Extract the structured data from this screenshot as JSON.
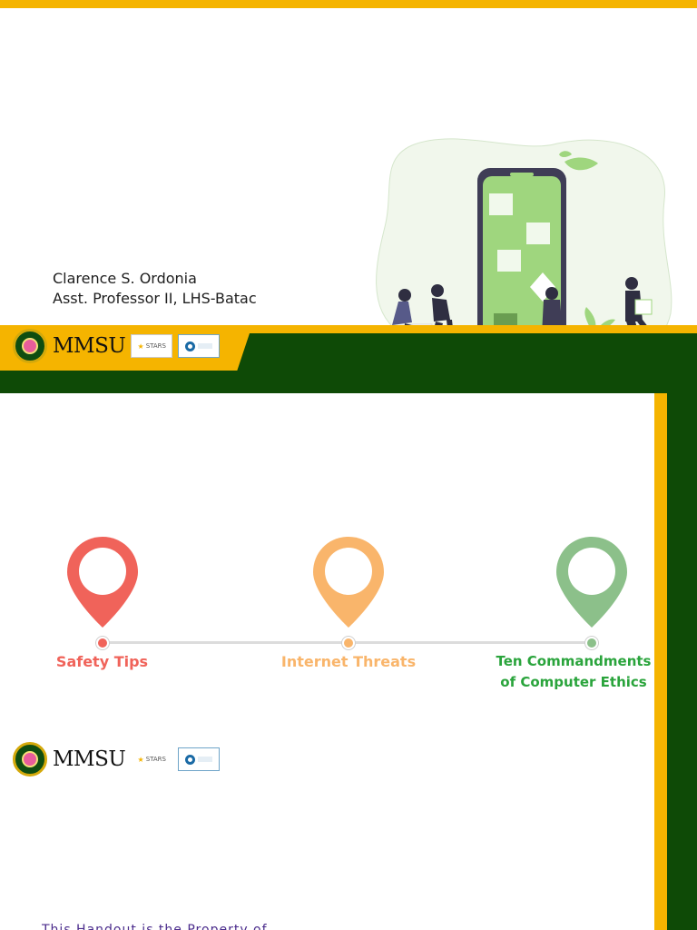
{
  "slide1": {
    "presenter_name": "Clarence S. Ordonia",
    "presenter_title": "Asst. Professor II, LHS-Batac",
    "logo_text": "MMSU",
    "badge_stars": "STARS",
    "colors": {
      "accent": "#f5b400",
      "green": "#0e4a06"
    },
    "illustration": "people-building-phone-illustration"
  },
  "slide2": {
    "timeline": [
      {
        "line1": "Safety Tips",
        "line2": "",
        "color": "#f0635a"
      },
      {
        "line1": "Internet Threats",
        "line2": "",
        "color": "#f9b56b"
      },
      {
        "line1": "Ten Commandments",
        "line2": "of Computer Ethics",
        "color": "#8cc08a"
      }
    ],
    "logo_text": "MMSU",
    "badge_stars": "STARS",
    "bottom_text": "This Handout is the Property of ..."
  }
}
